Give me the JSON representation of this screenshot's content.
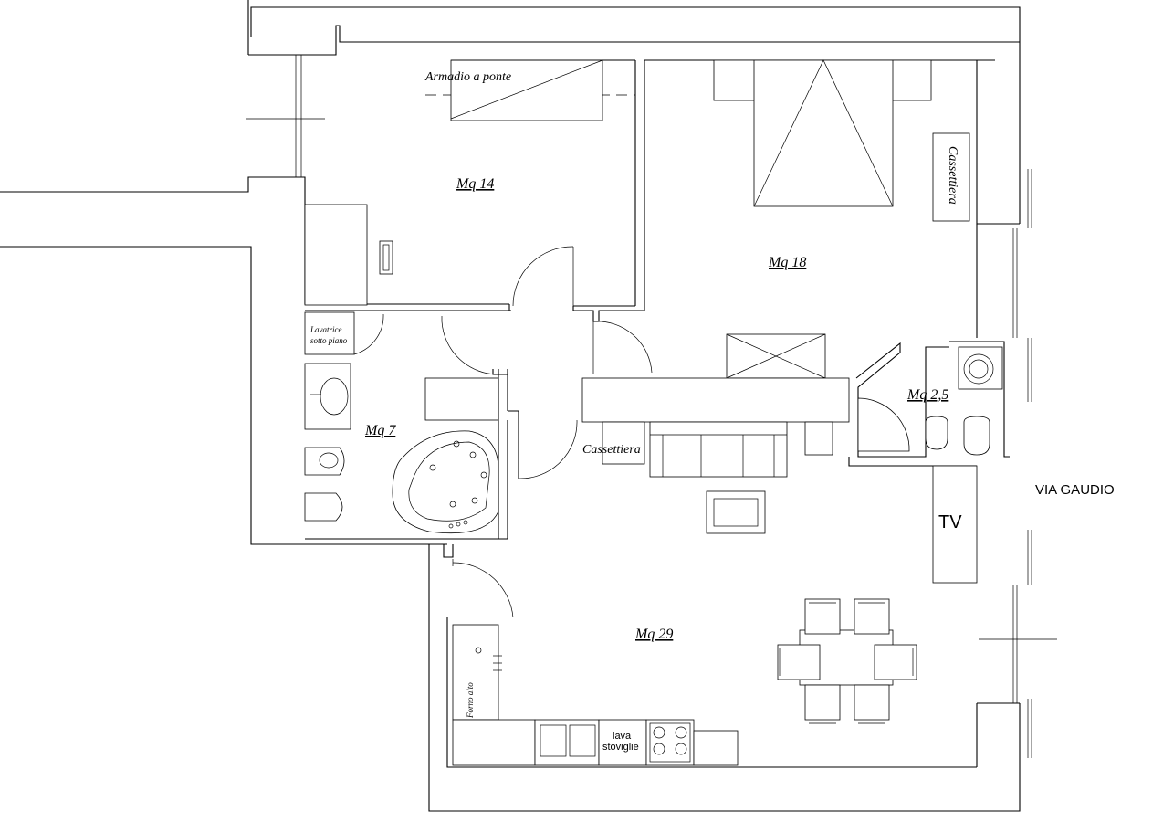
{
  "rooms": [
    {
      "id": "bedroom-1",
      "area_label": "Mq 14"
    },
    {
      "id": "bedroom-2",
      "area_label": "Mq 18"
    },
    {
      "id": "bathroom",
      "area_label": "Mq 7"
    },
    {
      "id": "wc",
      "area_label": "Mq 2,5"
    },
    {
      "id": "living",
      "area_label": "Mq 29"
    }
  ],
  "furniture": {
    "wardrobe": "Armadio a ponte",
    "dresser_bedroom": "Cassettiera",
    "dresser_living": "Cassettiera",
    "washer_line1": "Lavatrice",
    "washer_line2": "sotto piano",
    "oven": "Forno alto",
    "dishwasher_line1": "lava",
    "dishwasher_line2": "stoviglie",
    "tv": "TV"
  },
  "street": "VIA GAUDIO"
}
